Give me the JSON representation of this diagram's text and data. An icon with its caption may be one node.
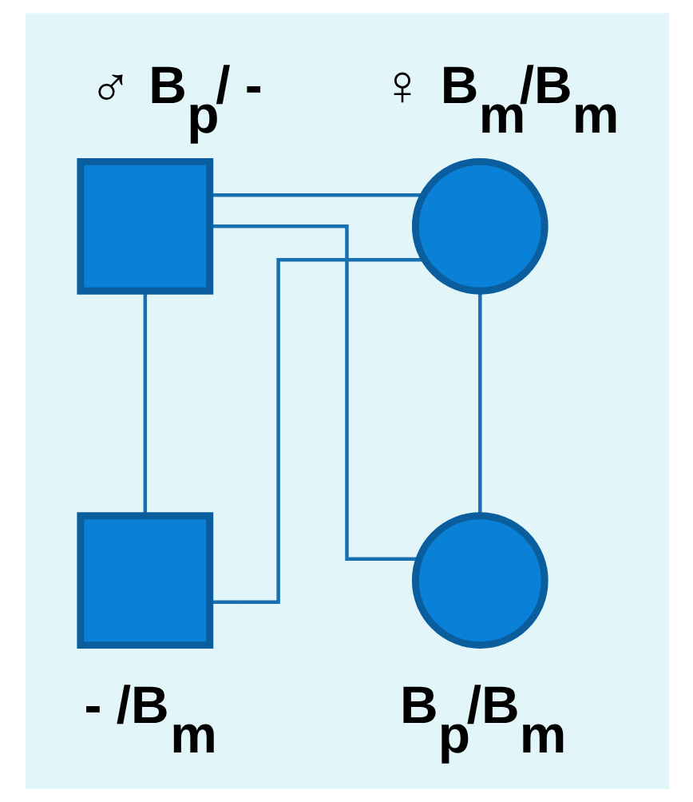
{
  "diagram": {
    "nodes": [
      {
        "text": [
          "B$_{p}$/ -"
        ],
        "beside": [
          "♂"
        ]
      },
      {
        "text": [
          "B$_{m}$/B$_{m}$"
        ],
        "beside": [
          "♀"
        ]
      },
      {
        "text": [
          "- /B$_{m}$"
        ]
      },
      {
        "text": [
          "B$_{p}$/B$_{m}$"
        ]
      }
    ],
    "edges": [
      {
        "from": 0,
        "to": 1,
        "arrow": "none"
      },
      {
        "from": 0,
        "to": 2,
        "arrow": "none"
      },
      {
        "from": 0,
        "to": 3,
        "arrow": "none"
      },
      {
        "from": 1,
        "to": 2,
        "arrow": "none"
      },
      {
        "from": 1,
        "to": 3,
        "arrow": "none"
      }
    ]
  }
}
